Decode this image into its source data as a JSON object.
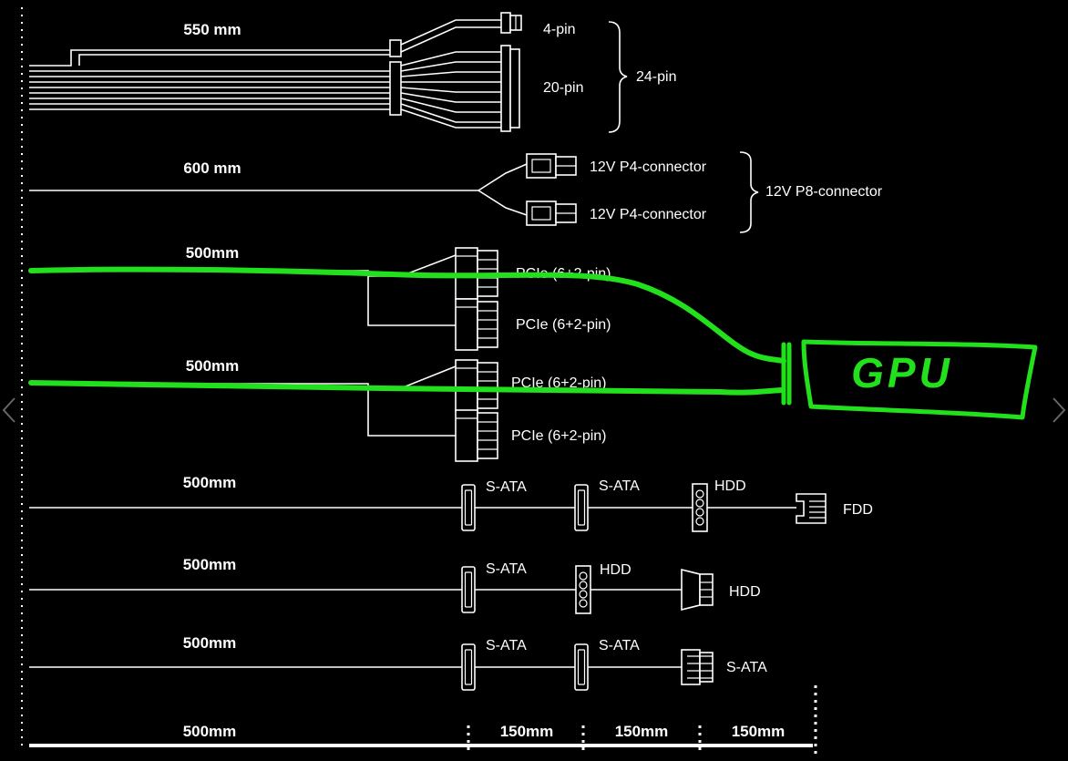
{
  "cables": {
    "atx": {
      "length": "550 mm",
      "pin4": "4-pin",
      "pin20": "20-pin",
      "pin24": "24-pin"
    },
    "cpu": {
      "length": "600 mm",
      "p4_top": "12V P4-connector",
      "p4_bottom": "12V P4-connector",
      "p8": "12V P8-connector"
    },
    "pcie1": {
      "length": "500mm",
      "top": "PCIe (6+2-pin)",
      "bottom": "PCIe (6+2-pin)"
    },
    "pcie2": {
      "length": "500mm",
      "top": "PCIe (6+2-pin)",
      "bottom": "PCIe (6+2-pin)"
    },
    "peripheral1": {
      "length": "500mm",
      "c1": "S-ATA",
      "c2": "S-ATA",
      "c3": "HDD",
      "end": "FDD"
    },
    "peripheral2": {
      "length": "500mm",
      "c1": "S-ATA",
      "c2": "HDD",
      "end": "HDD"
    },
    "peripheral3": {
      "length": "500mm",
      "c1": "S-ATA",
      "c2": "S-ATA",
      "end": "S-ATA"
    }
  },
  "ruler": {
    "main": "500mm",
    "seg1": "150mm",
    "seg2": "150mm",
    "seg3": "150mm"
  },
  "annotation": {
    "label": "GPU",
    "color": "#22e01c"
  },
  "nav": {
    "left_icon": "chevron-left-icon",
    "right_icon": "chevron-right-icon"
  }
}
